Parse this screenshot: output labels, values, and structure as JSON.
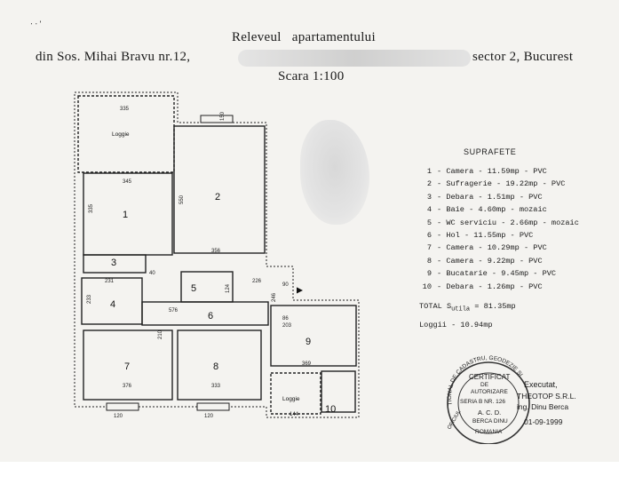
{
  "document": {
    "title": "Releveul apartamentului",
    "address_prefix": "din Sos. Mihai Bravu nr.12,",
    "address_suffix": "sector 2, Bucurest",
    "scale": "Scara 1:100",
    "corner_mark": "‧ ‧ '",
    "arrow_label": "▲"
  },
  "legend": {
    "heading": "SUPRAFETE",
    "rooms": [
      {
        "n": "1",
        "text": "- Camera - 11.59mp - PVC"
      },
      {
        "n": "2",
        "text": "- Sufragerie - 19.22mp - PVC"
      },
      {
        "n": "3",
        "text": "- Debara - 1.51mp - PVC"
      },
      {
        "n": "4",
        "text": "- Baie - 4.60mp - mozaic"
      },
      {
        "n": "5",
        "text": "- WC serviciu - 2.66mp - mozaic"
      },
      {
        "n": "6",
        "text": "- Hol - 11.55mp - PVC"
      },
      {
        "n": "7",
        "text": "- Camera - 10.29mp - PVC"
      },
      {
        "n": "8",
        "text": "- Camera - 9.22mp - PVC"
      },
      {
        "n": "9",
        "text": "- Bucatarie - 9.45mp - PVC"
      },
      {
        "n": "10",
        "text": "- Debara - 1.26mp - PVC"
      }
    ],
    "total": "TOTAL S",
    "total_sub": "utila",
    "total_value": "= 81.35mp",
    "loggias": "Loggii - 10.94mp"
  },
  "plan": {
    "rooms": {
      "r1": "1",
      "r2": "2",
      "r3": "3",
      "r4": "4",
      "r5": "5",
      "r6": "6",
      "r7": "7",
      "r8": "8",
      "r9": "9",
      "r10": "10"
    },
    "loggia_top": "Loggie",
    "loggia_bottom": "Loggie",
    "dims": {
      "d_top_loggia": "335",
      "d_r1_width": "345",
      "d_r1_height": "335",
      "d_r2_height": "550",
      "d_r2_width": "356",
      "d_window_top": "150",
      "d_r3": "231",
      "d_r4": "233",
      "d_hol": "576",
      "d_r7": "376",
      "d_r8": "333",
      "d_r9": "369",
      "d_r10": "144",
      "d_226": "226",
      "d_246": "246",
      "d_86": "86",
      "d_203": "203",
      "d_90": "90",
      "d_124": "124",
      "d_40": "40",
      "d_120a": "120",
      "d_120b": "120",
      "d_210": "210"
    }
  },
  "stamp": {
    "line1": "CERTIFICAT",
    "line2": "DE",
    "line3": "AUTORIZARE",
    "line4": "SERIA B NR. 126",
    "line5": "A. C. D.",
    "line6": "BERCA DINU",
    "line7": "ROMANIA",
    "ring": "TIONAL DE CADASTRU, GEODEZIE SI",
    "ring_bottom": "OFICIUL",
    "executed": "Executat,",
    "company": "THEOTOP S.R.L.",
    "engineer": "ing. Dinu Berca",
    "date": "01-09-1999"
  }
}
